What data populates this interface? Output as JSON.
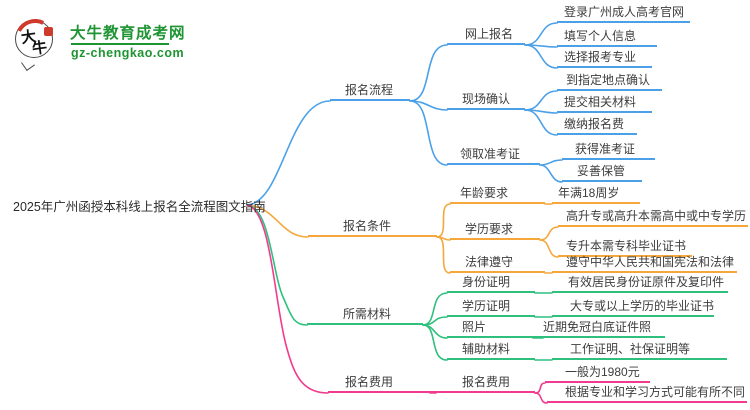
{
  "logo": {
    "brand": "大牛教育成考网",
    "domain": "gz-chengkao.com",
    "badge_char1": "大",
    "badge_char2": "牛",
    "brand_color": "#1E9432",
    "seal_color": "#CE3A2B"
  },
  "root": {
    "title": "2025年广州函授本科线上报名全流程图文指南"
  },
  "branches": [
    {
      "label": "报名流程",
      "color": "#4BA0E8",
      "children": [
        {
          "label": "网上报名",
          "children": [
            {
              "label": "登录广州成人高考官网"
            },
            {
              "label": "填写个人信息"
            },
            {
              "label": "选择报考专业"
            }
          ]
        },
        {
          "label": "现场确认",
          "children": [
            {
              "label": "到指定地点确认"
            },
            {
              "label": "提交相关材料"
            },
            {
              "label": "缴纳报名费"
            }
          ]
        },
        {
          "label": "领取准考证",
          "children": [
            {
              "label": "获得准考证"
            },
            {
              "label": "妥善保管"
            }
          ]
        }
      ]
    },
    {
      "label": "报名条件",
      "color": "#F5A73B",
      "children": [
        {
          "label": "年龄要求",
          "children": [
            {
              "label": "年满18周岁"
            }
          ]
        },
        {
          "label": "学历要求",
          "children": [
            {
              "label": "高升专或高升本需高中或中专学历"
            },
            {
              "label": "专升本需专科毕业证书"
            }
          ]
        },
        {
          "label": "法律遵守",
          "children": [
            {
              "label": "遵守中华人民共和国宪法和法律"
            }
          ]
        }
      ]
    },
    {
      "label": "所需材料",
      "color": "#2FC07E",
      "children": [
        {
          "label": "身份证明",
          "children": [
            {
              "label": "有效居民身份证原件及复印件"
            }
          ]
        },
        {
          "label": "学历证明",
          "children": [
            {
              "label": "大专或以上学历的毕业证书"
            }
          ]
        },
        {
          "label": "照片",
          "children": [
            {
              "label": "近期免冠白底证件照"
            }
          ]
        },
        {
          "label": "辅助材料",
          "children": [
            {
              "label": "工作证明、社保证明等"
            }
          ]
        }
      ]
    },
    {
      "label": "报名费用",
      "color": "#F23B8E",
      "children": [
        {
          "label": "报名费用",
          "children": [
            {
              "label": "一般为1980元"
            },
            {
              "label": "根据专业和学习方式可能有所不同"
            }
          ]
        }
      ]
    }
  ]
}
